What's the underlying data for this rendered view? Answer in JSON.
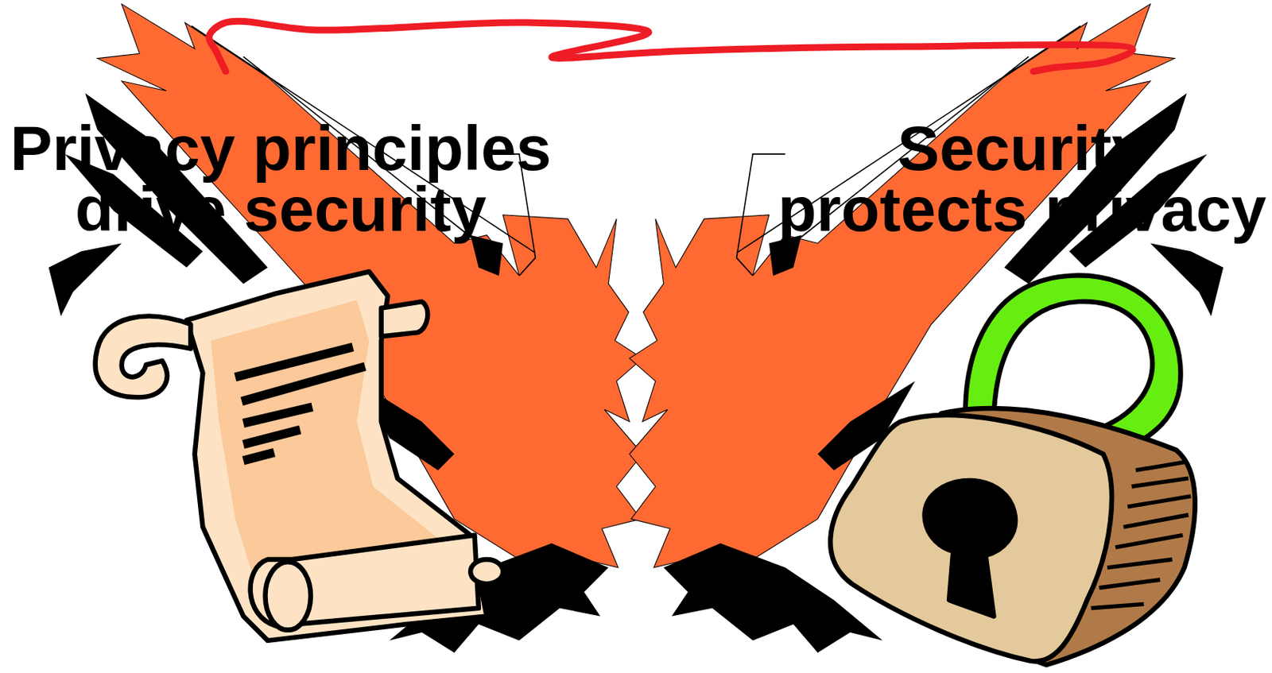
{
  "diagram": {
    "nodes": [
      {
        "text": [
          "Privacy principles drive security"
        ]
      },
      {
        "text": [
          "Security protects privacy"
        ]
      }
    ],
    "edges": [
      {
        "from": 0,
        "to": 1,
        "arrow": "none"
      }
    ]
  }
}
